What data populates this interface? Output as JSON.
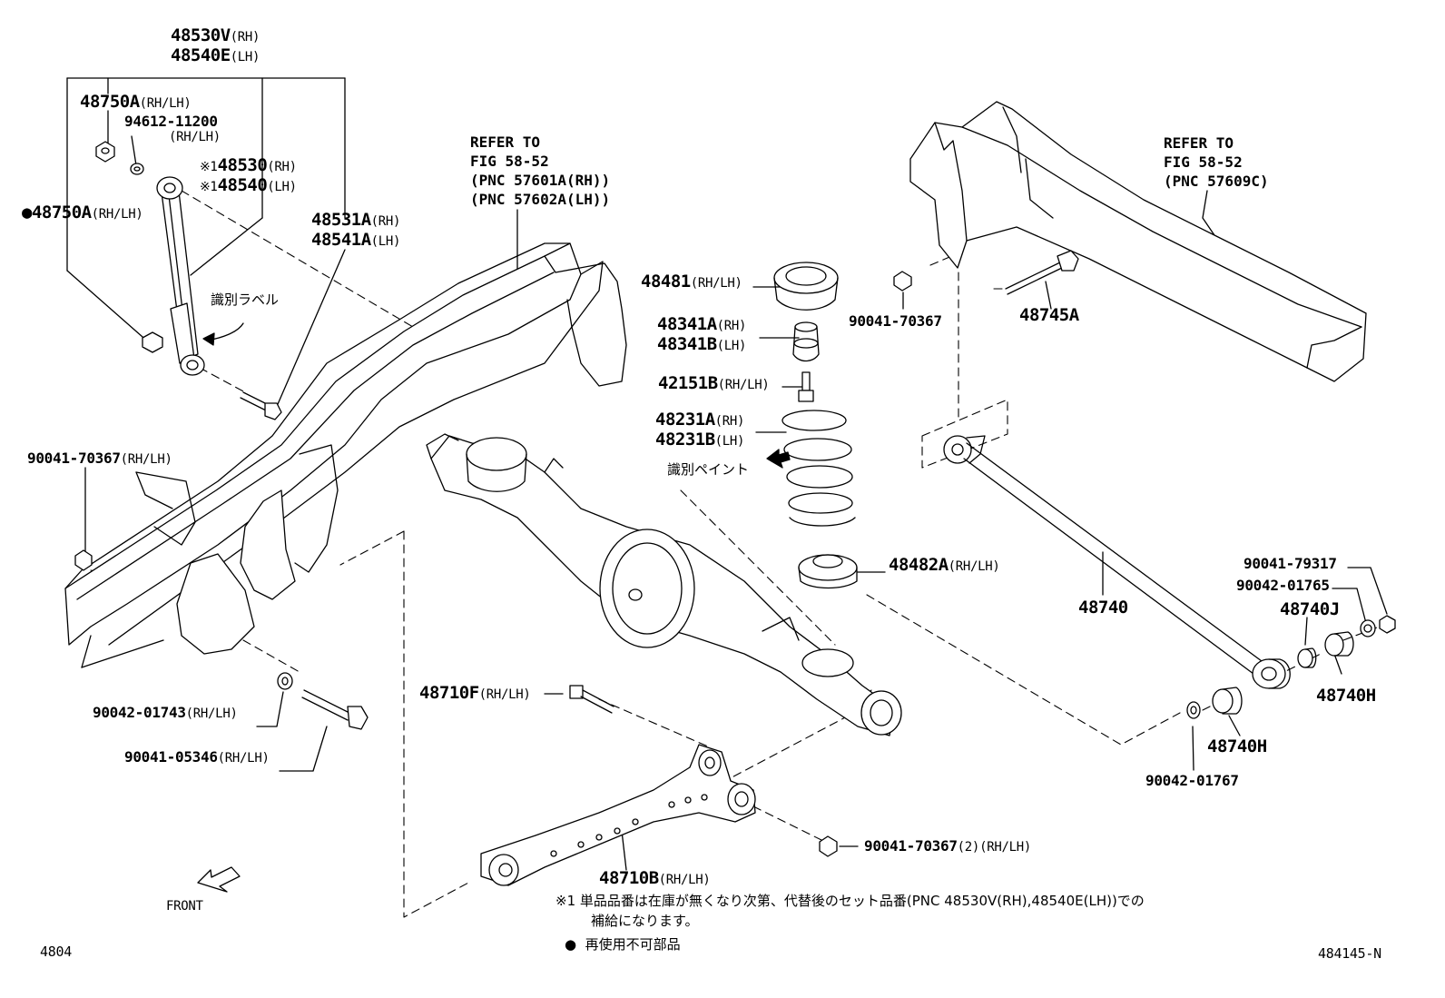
{
  "figure_id": "4804",
  "illustration_id": "484145-N",
  "front_label": "FRONT",
  "refs": {
    "left": [
      "REFER TO",
      "FIG 58-52",
      "(PNC 57601A(RH))",
      "(PNC 57602A(LH))"
    ],
    "right": [
      "REFER TO",
      "FIG 58-52",
      "(PNC 57609C)"
    ]
  },
  "parts": {
    "p48530V": {
      "num": "48530V",
      "side": "(RH)"
    },
    "p48540E": {
      "num": "48540E",
      "side": "(LH)"
    },
    "p48750A_top": {
      "num": "48750A",
      "side": "(RH/LH)"
    },
    "p94612": {
      "num": "94612-11200",
      "side": "(RH/LH)"
    },
    "p48530": {
      "mark": "※1",
      "num": "48530",
      "side": "(RH)"
    },
    "p48540": {
      "mark": "※1",
      "num": "48540",
      "side": "(LH)"
    },
    "p48750A_side": {
      "mark": "●",
      "num": "48750A",
      "side": "(RH/LH)"
    },
    "p48531A": {
      "num": "48531A",
      "side": "(RH)"
    },
    "p48541A": {
      "num": "48541A",
      "side": "(LH)"
    },
    "label_id": "識別ラベル",
    "p90041_70367_left": {
      "num": "90041-70367",
      "side": "(RH/LH)"
    },
    "p90042_01743": {
      "num": "90042-01743",
      "side": "(RH/LH)"
    },
    "p90041_05346": {
      "num": "90041-05346",
      "side": "(RH/LH)"
    },
    "p48481": {
      "num": "48481",
      "side": "(RH/LH)"
    },
    "p48341A": {
      "num": "48341A",
      "side": "(RH)"
    },
    "p48341B": {
      "num": "48341B",
      "side": "(LH)"
    },
    "p42151B": {
      "num": "42151B",
      "side": "(RH/LH)"
    },
    "p48231A": {
      "num": "48231A",
      "side": "(RH)"
    },
    "p48231B": {
      "num": "48231B",
      "side": "(LH)"
    },
    "paint_id": "識別ペイント",
    "p48482A": {
      "num": "48482A",
      "side": "(RH/LH)"
    },
    "p90041_70367_top": {
      "num": "90041-70367"
    },
    "p48745A": {
      "num": "48745A"
    },
    "p48740": {
      "num": "48740"
    },
    "p90041_79317": {
      "num": "90041-79317"
    },
    "p90042_01765": {
      "num": "90042-01765"
    },
    "p48740J": {
      "num": "48740J"
    },
    "p48740H_a": {
      "num": "48740H"
    },
    "p48740H_b": {
      "num": "48740H"
    },
    "p90042_01767": {
      "num": "90042-01767"
    },
    "p48710F": {
      "num": "48710F",
      "side": "(RH/LH)"
    },
    "p48710B": {
      "num": "48710B",
      "side": "(RH/LH)"
    },
    "p90041_70367_2": {
      "num": "90041-70367",
      "qty": "(2)",
      "side": "(RH/LH)"
    }
  },
  "notes": {
    "note1_mark": "※1",
    "note1_line1": "単品品番は在庫が無くなり次第、代替後のセット品番(PNC 48530V(RH),48540E(LH))での",
    "note1_line2": "補給になります。",
    "note2_mark": "●",
    "note2_text": "再使用不可部品"
  }
}
